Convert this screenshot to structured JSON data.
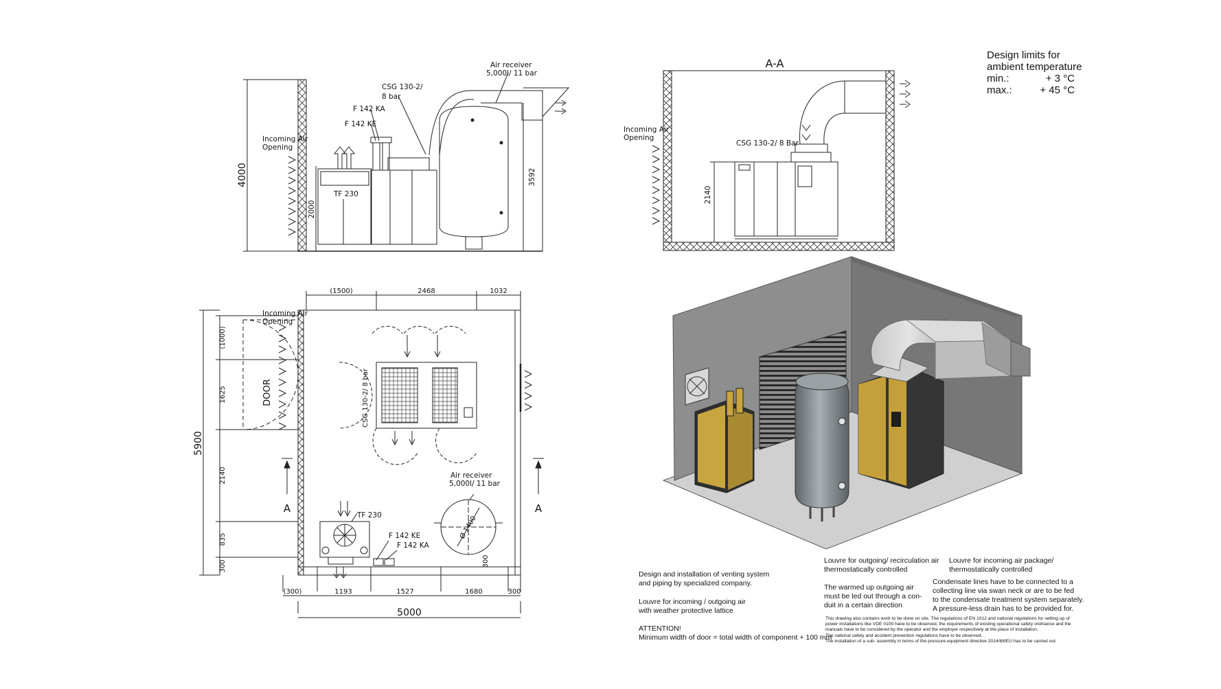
{
  "side_view": {
    "air_receiver": "Air receiver",
    "air_receiver_spec": "5,000l/ 11 bar",
    "csg": "CSG 130-2/",
    "csg2": "8 bar",
    "f142ka": "F 142 KA",
    "f142ke": "F 142 KE",
    "incoming1": "Incoming Air",
    "incoming2": "Opening",
    "tf230": "TF 230",
    "dim_height": "4000",
    "dim_2000": "2000",
    "dim_3592": "3592"
  },
  "section_view": {
    "title": "A-A",
    "incoming1": "Incoming Air",
    "incoming2": "Opening",
    "csg": "CSG 130-2/ 8 Bar",
    "dim_2140": "2140"
  },
  "design_limits": {
    "line1": "Design limits for",
    "line2": "ambient temperature",
    "min_label": "min.:",
    "min_value": "+ 3 °C",
    "max_label": "max.:",
    "max_value": "+ 45 °C"
  },
  "plan_view": {
    "top_dims": [
      "(1500)",
      "2468",
      "1032"
    ],
    "bottom_dims": [
      "(300)",
      "1193",
      "1527",
      "1680",
      "300"
    ],
    "total_width": "5000",
    "total_depth": "5900",
    "left_dims": [
      "(1000)",
      "1625",
      "2140",
      "835",
      "300"
    ],
    "incoming1": "Incoming Air",
    "incoming2": "Opening",
    "door": "DOOR",
    "csg": "CSG 130-2/ 8 bar",
    "section_mark": "A",
    "tf230": "TF 230",
    "f142ke": "F 142 KE",
    "f142ka": "F 142 KA",
    "air_receiver": "Air receiver",
    "air_receiver_spec": "5,000l/ 11 bar",
    "diameter": "Ø 1400",
    "dim_300": "300"
  },
  "notes": {
    "venting": [
      "Design and installation of venting system",
      "and piping by specialized company."
    ],
    "louvre_weather": [
      "Louvre for incoming / outgoing air",
      "with weather protective lattice"
    ],
    "attention": [
      "ATTENTION!",
      "Minimum width of door = total width of component + 100 mm"
    ],
    "louvre_outgoing": [
      "Louvre for outgoing/ recirculation air",
      "thermostatically controlled"
    ],
    "warmed": [
      "The warmed up outgoing air",
      "must be led out through a con-",
      "duit in a certain direction"
    ],
    "louvre_incoming": [
      "Louvre for incoming air package/",
      "thermostatically controlled"
    ],
    "condensate": [
      "Condensate lines have to be connected to a",
      "collecting line via swan neck or are to be fed",
      "to the condensate treatment system separately.",
      "A pressure-less drain has to be provided for."
    ],
    "fine_print": [
      "This drawing also contains work to be done on site. The regulations of EN 1012 and national regulations for setting up of",
      "power installations like VDE 0100 have to be observed, the requirements of existing operational safety ordinance and the",
      "manuals have to be considered by the operator and the employer respectively at the place of installation.",
      "The national safety and accident prevention regulations have to be observed.",
      "The installation of a sub- assembly in terms of the pressure equipment directive 2014/68/EU has to be carried out"
    ]
  },
  "colors": {
    "line": "#222222",
    "wall_grey": "#8e8e8e",
    "floor_grey": "#cfcfcf",
    "machine_yellow": "#c9a13a",
    "machine_dark": "#3a3a3a",
    "tank_grey": "#7d8488"
  }
}
